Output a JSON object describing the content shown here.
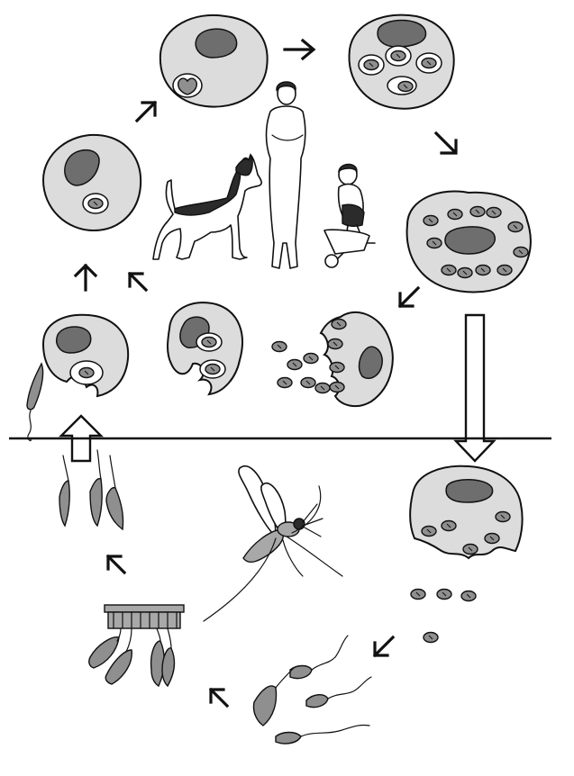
{
  "colors": {
    "ink": "#111111",
    "cell_fill": "#dcdcdc",
    "nucleus_fill": "#6e6e6e",
    "parasite_fill": "#8f8f8f",
    "background": "#ffffff"
  },
  "boundary": "horizontal-line-separating-host-and-vector-stages",
  "hosts": [
    "dog",
    "human-adult",
    "child"
  ],
  "vector": "sand-fly",
  "stages": {
    "host": [
      "promastigote-entering-macrophage",
      "phagocytosis",
      "early-vacuole",
      "single-amastigote",
      "dividing-amastigotes",
      "packed-macrophage",
      "macrophage-rupture"
    ],
    "vector": [
      "infected-macrophage-ingested",
      "free-amastigotes",
      "procyclic-promastigotes",
      "midgut-attached-promastigotes",
      "metacyclic-promastigotes"
    ]
  },
  "icons": [
    "cycle-arrow-icon",
    "hollow-up-arrow-icon",
    "hollow-down-arrow-icon"
  ]
}
